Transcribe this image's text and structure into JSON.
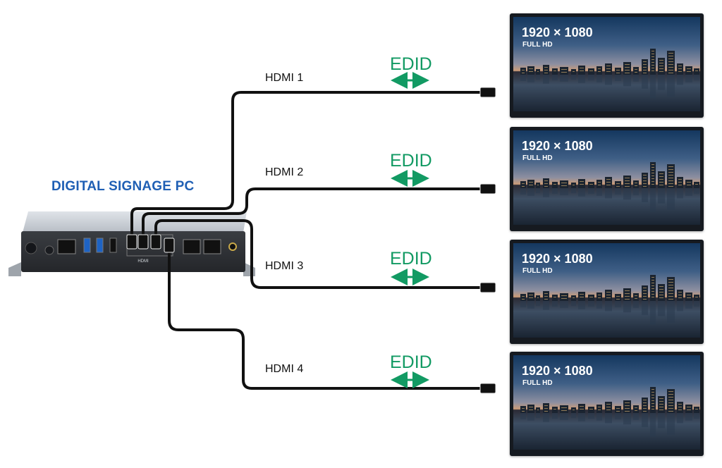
{
  "title": "DIGITAL SIGNAGE PC",
  "edid_label": "EDID",
  "colors": {
    "title": "#1f5fb4",
    "edid": "#129a63",
    "cable": "#111111"
  },
  "outputs": [
    {
      "label": "HDMI 1",
      "resolution": "1920 × 1080",
      "format": "FULL HD"
    },
    {
      "label": "HDMI 2",
      "resolution": "1920 × 1080",
      "format": "FULL HD"
    },
    {
      "label": "HDMI 3",
      "resolution": "1920 × 1080",
      "format": "FULL HD"
    },
    {
      "label": "HDMI 4",
      "resolution": "1920 × 1080",
      "format": "FULL HD"
    }
  ],
  "device": {
    "port_label": "HDMI"
  }
}
